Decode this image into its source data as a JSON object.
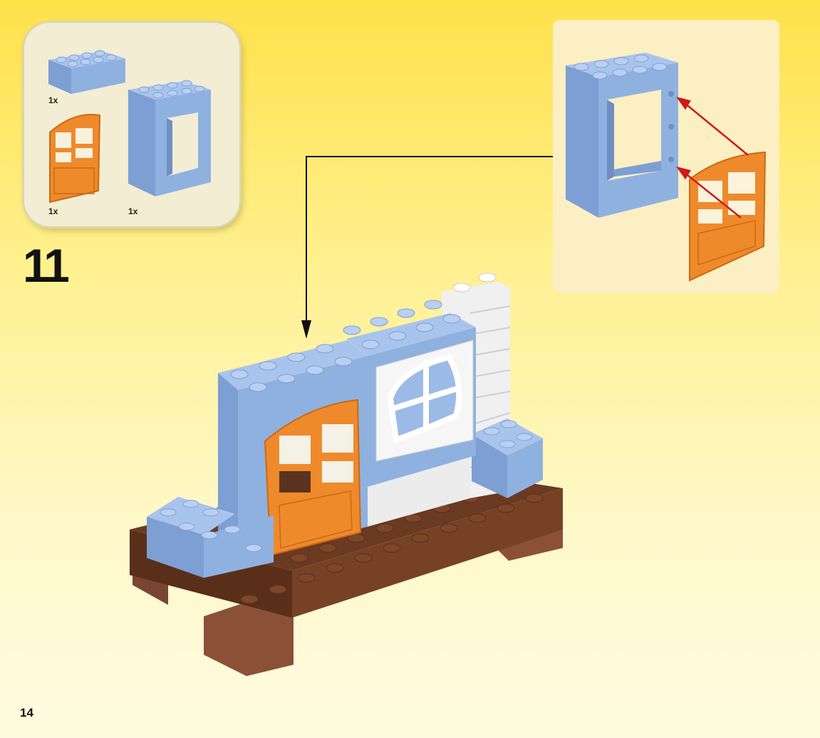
{
  "step": {
    "number": "11"
  },
  "page": {
    "number": "14"
  },
  "parts_list": {
    "items": [
      {
        "part": "light-blue-2x4-brick",
        "quantity": "1x"
      },
      {
        "part": "orange-door",
        "quantity": "1x"
      },
      {
        "part": "light-blue-door-frame",
        "quantity": "1x"
      }
    ]
  },
  "colors": {
    "brick_blue": "#8fb1e0",
    "door_orange": "#ef8a2c",
    "base_brown": "#6b3a22",
    "arrow_red": "#d21818",
    "arrow_black": "#111111"
  }
}
